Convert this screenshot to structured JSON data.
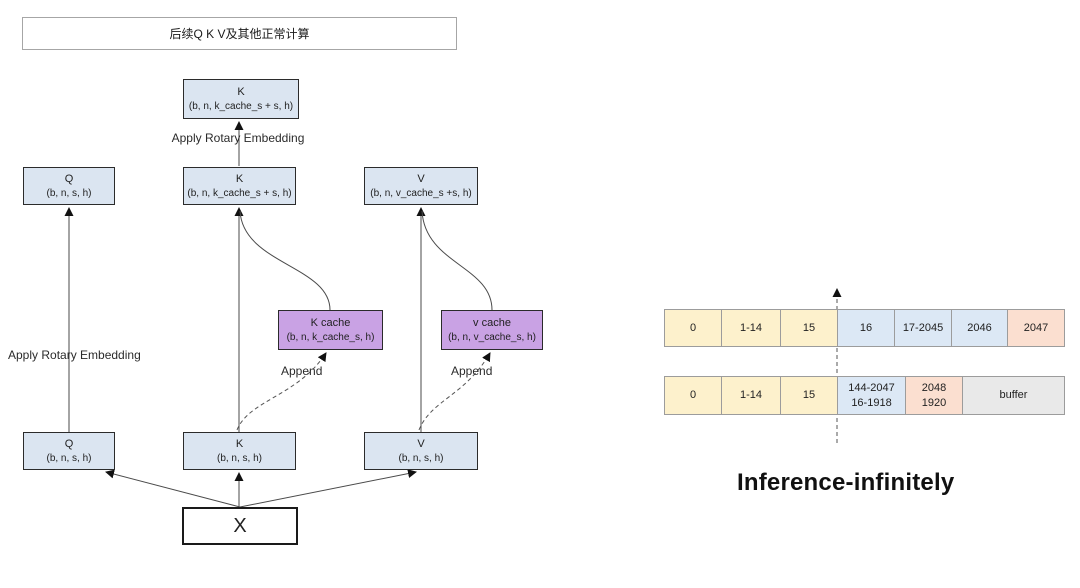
{
  "colors": {
    "box-blue": "#dbe5f1",
    "box-purple": "#c9a2e4",
    "cell-yellow": "#fdf1cc",
    "cell-blue": "#dce8f5",
    "cell-pink": "#fbdfd0",
    "cell-gray": "#e9e9e9",
    "cell-border": "#9c9c9c",
    "border-dark": "#2b2b2b",
    "line": "#4a4a4a"
  },
  "left_diagram": {
    "top_banner": {
      "label": "后续Q K V及其他正常计算"
    },
    "labels": {
      "apply_rotary_top": "Apply Rotary Embedding",
      "apply_rotary_left": "Apply Rotary Embedding",
      "append_k": "Append",
      "append_v": "Append"
    },
    "boxes": {
      "k_top": {
        "title": "K",
        "shape": "(b, n, k_cache_s + s, h)"
      },
      "q_mid": {
        "title": "Q",
        "shape": "(b, n, s, h)"
      },
      "k_mid": {
        "title": "K",
        "shape": "(b, n, k_cache_s + s, h)"
      },
      "v_mid": {
        "title": "V",
        "shape": "(b, n, v_cache_s +s, h)"
      },
      "k_cache": {
        "title": "K cache",
        "shape": "(b, n, k_cache_s, h)"
      },
      "v_cache": {
        "title": "v cache",
        "shape": "(b, n, v_cache_s, h)"
      },
      "q_bottom": {
        "title": "Q",
        "shape": "(b, n, s, h)"
      },
      "k_bottom": {
        "title": "K",
        "shape": "(b, n, s, h)"
      },
      "v_bottom": {
        "title": "V",
        "shape": "(b, n, s, h)"
      },
      "x_input": {
        "title": "X"
      }
    }
  },
  "right_diagram": {
    "title": "Inference-infinitely",
    "row1": {
      "cells": [
        {
          "label": "0",
          "color": "yellow"
        },
        {
          "label": "1-14",
          "color": "yellow"
        },
        {
          "label": "15",
          "color": "yellow"
        },
        {
          "label": "16",
          "color": "blue"
        },
        {
          "label": "17-2045",
          "color": "blue"
        },
        {
          "label": "2046",
          "color": "blue"
        },
        {
          "label": "2047",
          "color": "pink"
        }
      ]
    },
    "row2": {
      "cells": [
        {
          "label": "0",
          "color": "yellow"
        },
        {
          "label": "1-14",
          "color": "yellow"
        },
        {
          "label": "15",
          "color": "yellow"
        },
        {
          "label": "144-2047\n16-1918",
          "color": "blue"
        },
        {
          "label": "2048\n1920",
          "color": "pink"
        },
        {
          "label": "buffer",
          "color": "gray"
        }
      ]
    }
  }
}
